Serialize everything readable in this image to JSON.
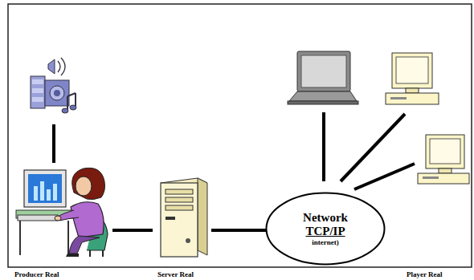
{
  "diagram": {
    "nodes": [
      {
        "text": [
          "Network",
          "TCP/IP",
          "internet)"
        ]
      }
    ],
    "labels": [
      "Producer Real",
      "Server Real",
      "Player Real"
    ]
  }
}
